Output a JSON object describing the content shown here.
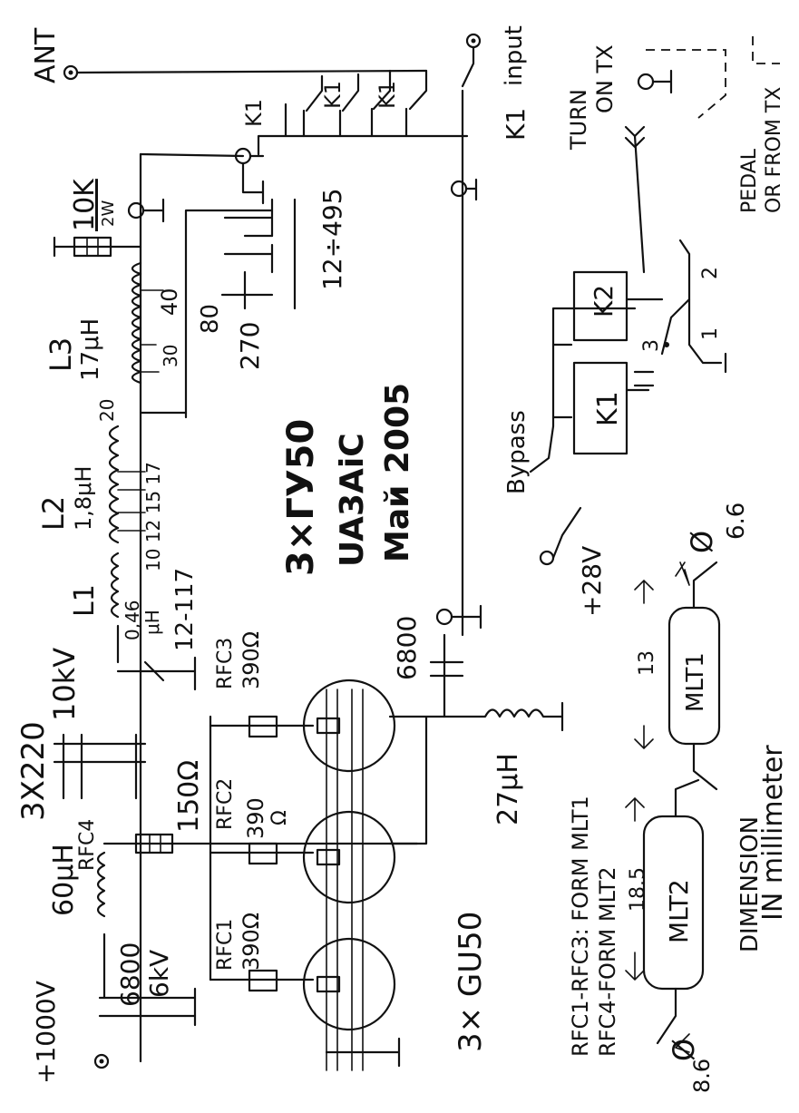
{
  "labels": {
    "ant": "ANT",
    "k1_ant": "K1",
    "k1_a": "K1",
    "k1_b": "K1",
    "input": "input",
    "k1_input": "K1",
    "turn_on_tx_1": "TURN",
    "turn_on_tx_2": "ON TX",
    "pedal_1": "PEDAL",
    "pedal_2": "OR FROM TX",
    "res_10k": "10K",
    "res_2w": "2W",
    "cap_12_495": "12÷495",
    "l3": "L3",
    "l3_val": "17μH",
    "tap_40": "40",
    "tap_30": "30",
    "tap_20": "20",
    "cap_80": "80",
    "cap_270": "270",
    "l2": "L2",
    "l2_val": "1,8μH",
    "l2_taps": "10 12 15 17",
    "l1": "L1",
    "l1_val_a": "0,46",
    "l1_val_b": "μH",
    "cap_12_117": "12-117",
    "title_1": "3×ГУ50",
    "title_2": "UA3AiC",
    "title_3": "Май 2005",
    "bypass": "Bypass",
    "k2": "K2",
    "relay_k1": "K1",
    "sw_2": "2",
    "sw_3": "3",
    "sw_1": "1",
    "plus28": "+28V",
    "mlt1_phi": "Ø",
    "mlt1_dia": "6.6",
    "mlt1_len": "13",
    "mlt1": "MLT1",
    "mlt2_len": "18.5",
    "mlt2": "MLT2",
    "mlt2_phi": "Ø",
    "mlt2_dia": "8.6",
    "dimension_1": "DIMENSION",
    "dimension_2": "IN millimeter",
    "rfc_note_1": "RFC1-RFC3: FORM MLT1",
    "rfc_note_2": "RFC4-FORM MLT2",
    "cap_3x220": "3X220",
    "cap_10kv": "10kV",
    "rfc3": "RFC3",
    "rfc3_val": "390Ω",
    "cap_6800_grid": "6800",
    "rfc2": "RFC2",
    "rfc2_val_a": "390",
    "rfc2_val_b": "Ω",
    "res_150": "150Ω",
    "ind_27": "27μH",
    "rfc4_val": "60μH",
    "rfc4": "RFC4",
    "rfc1": "RFC1",
    "rfc1_val": "390Ω",
    "tubes": "3× GU50",
    "cap_6800_hv": "6800",
    "cap_6kv": "6kV",
    "hv": "+1000V"
  }
}
